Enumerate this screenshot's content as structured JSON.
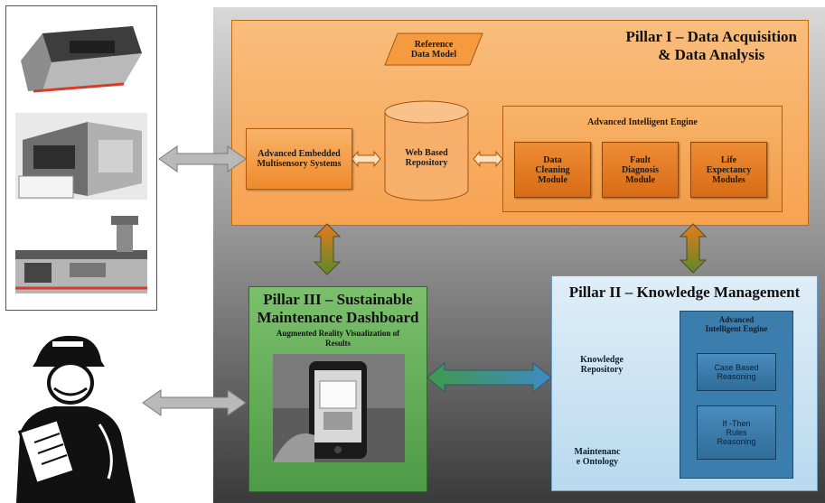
{
  "pillar1": {
    "title": "Pillar I – Data Acquisition\n& Data Analysis",
    "reference": "Reference\nData Model",
    "embedded": "Advanced Embedded\nMultisensory Systems",
    "repository": "Web Based\nRepository",
    "engine_title": "Advanced Intelligent Engine",
    "modules": [
      "Data\nCleaning\nModule",
      "Fault\nDiagnosis\nModule",
      "Life\nExpectancy\nModules"
    ]
  },
  "pillar2": {
    "title": "Pillar II – Knowledge Management",
    "repository": "Knowledge\nRepository",
    "ontology": "Maintenanc\ne Ontology",
    "engine_title": "Advanced\nIntelligent Engine",
    "modules": [
      "Case Based\nReasoning",
      "If -Then\nRules\nReasoning"
    ]
  },
  "pillar3": {
    "title": "Pillar III – Sustainable\nMaintenance Dashboard",
    "subtitle": "Augmented Reality Visualization of\nResults"
  },
  "icons": [
    "machine-photo-1",
    "machine-photo-2",
    "machine-photo-3",
    "maintenance-worker-icon",
    "ar-phone-photo"
  ]
}
